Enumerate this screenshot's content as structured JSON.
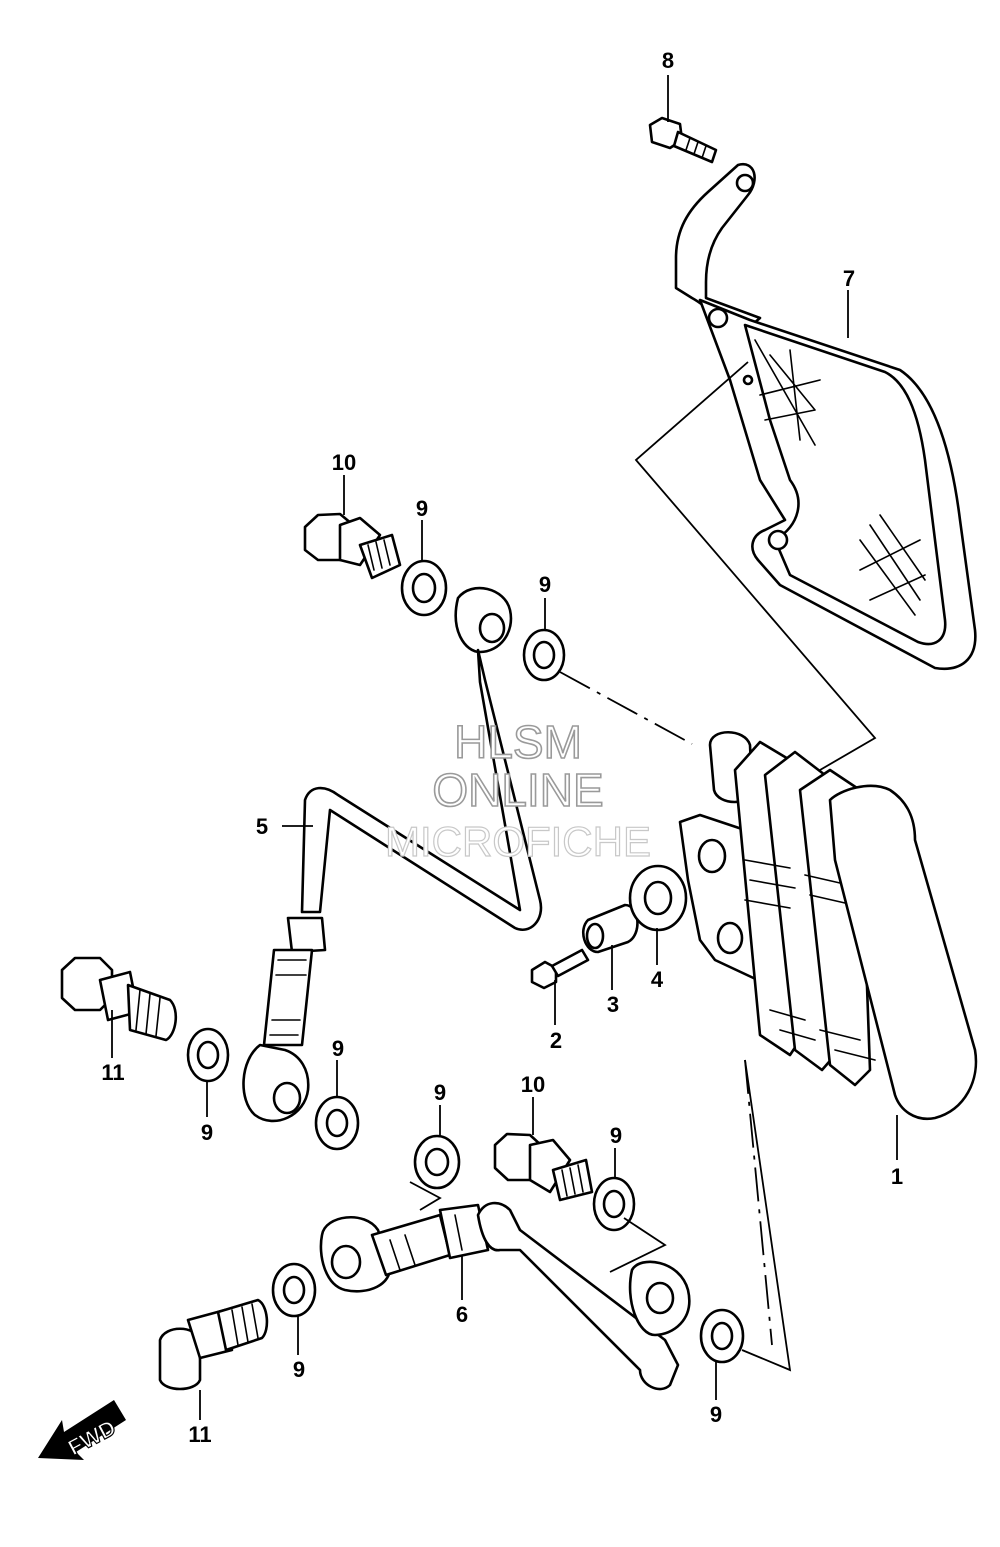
{
  "watermark": {
    "line1": "HLSM",
    "line2": "ONLINE",
    "line3": "MICROFICHE"
  },
  "direction_badge": "FWD",
  "callouts": {
    "c1": "1",
    "c2": "2",
    "c3": "3",
    "c4": "4",
    "c5": "5",
    "c6": "6",
    "c7": "7",
    "c8": "8",
    "c9a": "9",
    "c9b": "9",
    "c9c": "9",
    "c9d": "9",
    "c9e": "9",
    "c9f": "9",
    "c9g": "9",
    "c10a": "10",
    "c10b": "10",
    "c11a": "11",
    "c11b": "11"
  }
}
